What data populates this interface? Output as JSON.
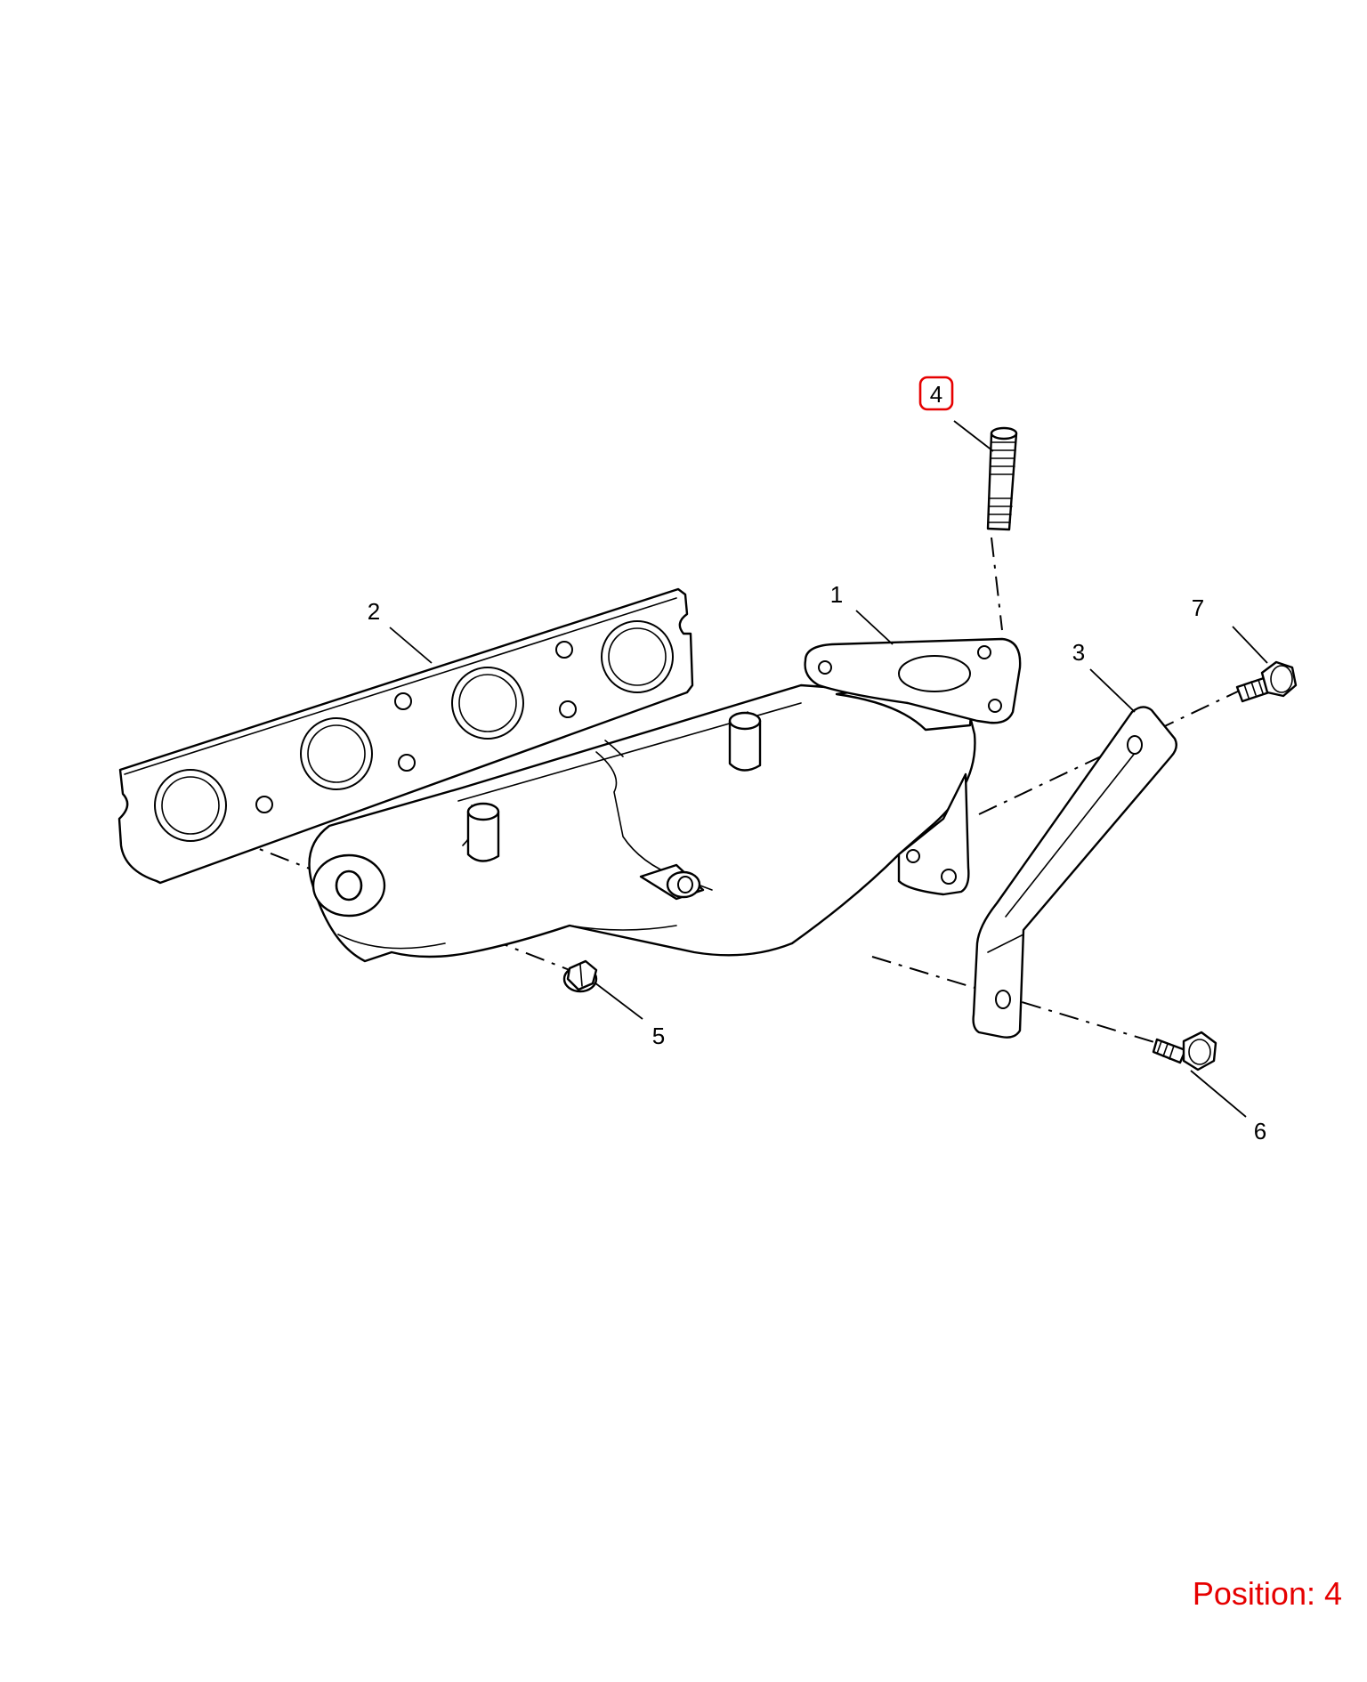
{
  "diagram": {
    "callouts": {
      "c1": "1",
      "c2": "2",
      "c3": "3",
      "c4": "4",
      "c5": "5",
      "c6": "6",
      "c7": "7"
    },
    "highlighted_callout": "4",
    "highlight_color": "#e60000",
    "line_color": "#000000"
  },
  "status": {
    "position_label": "Position: 4"
  }
}
